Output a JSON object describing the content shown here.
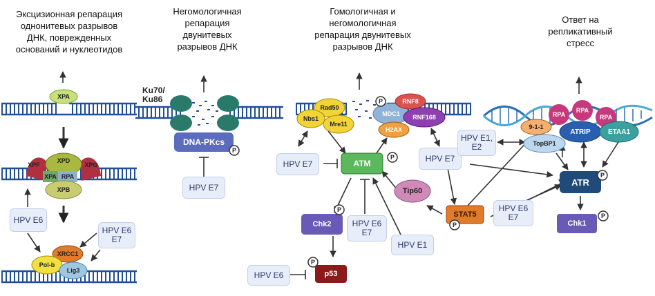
{
  "panels": {
    "excision": [
      "Эксцизионная репарация",
      "однонитевых разрывов",
      "ДНК, поврежденных",
      "оснований и нуклеотидов"
    ],
    "nhej": [
      "Негомологичная",
      "репарация",
      "двунитевых",
      "разрывов ДНК"
    ],
    "hr": [
      "Гомологичная и",
      "негомологичная",
      "репарация двунитевых",
      "разрывов ДНК"
    ],
    "replication": [
      "Ответ на",
      "репликативный",
      "стресс"
    ]
  },
  "excision": {
    "xpa_top": "XPA",
    "complex": {
      "xpf": "XPF",
      "xpd": "XPD",
      "xpg": "XPG",
      "xpa": "XPA",
      "rpa": "RPA",
      "xpb": "XPB"
    },
    "hpv_e6": "HPV E6",
    "hpv_e6_e7": [
      "HPV E6",
      "E7"
    ],
    "xrcc1": "XRCC1",
    "polb": "Pol-b",
    "lig3": "Lig3"
  },
  "nhej": {
    "ku": [
      "Ku70/",
      "Ku86"
    ],
    "dnapk": "DNA-PKcs",
    "p": "P",
    "hpv_e7": "HPV E7"
  },
  "hr": {
    "rad50": "Rad50",
    "nbs1": "Nbs1",
    "mre11": "Mre11",
    "mdc1": "MDC1",
    "rnf8": "RNF8",
    "rnf168": "RNF168",
    "h2ax": "H2AX",
    "atm": "ATM",
    "hpv_e7_left": "HPV E7",
    "hpv_e7_right": "HPV E7",
    "chk2": "Chk2",
    "hpv_e6_e7": [
      "HPV E6",
      "E7"
    ],
    "hpv_e1": "HPV E1",
    "tip60": "Tip60",
    "stat5": "STAT5",
    "hpv_e6": "HPV E6",
    "p53": "p53",
    "p": "P"
  },
  "replication": {
    "rpa": "RPA",
    "n911": "9-1-1",
    "atrip": "ATRIP",
    "etaa1": "ETAA1",
    "topbp1": "TopBP1",
    "hpv_e1_e2": [
      "HPV E1,",
      "E2"
    ],
    "atr": "ATR",
    "hpv_e6_e7": [
      "HPV E6",
      "E7"
    ],
    "chk1": "Chk1"
  },
  "colors": {
    "dna": "#1f4f96",
    "atm": "#5cb85c",
    "atr": "#1f4a7a",
    "chk": "#6a5ab8",
    "p53": "#8b1a1a",
    "stat5": "#e07b2a",
    "tip60": "#d08ab8",
    "dnapk": "#5b6bbd",
    "rpa": "#c8387c",
    "mdc1": "#8fb3d9",
    "rnf": "#d9534f",
    "rnf168": "#8e3fb0",
    "hpv_bg": "#e7edf9"
  }
}
